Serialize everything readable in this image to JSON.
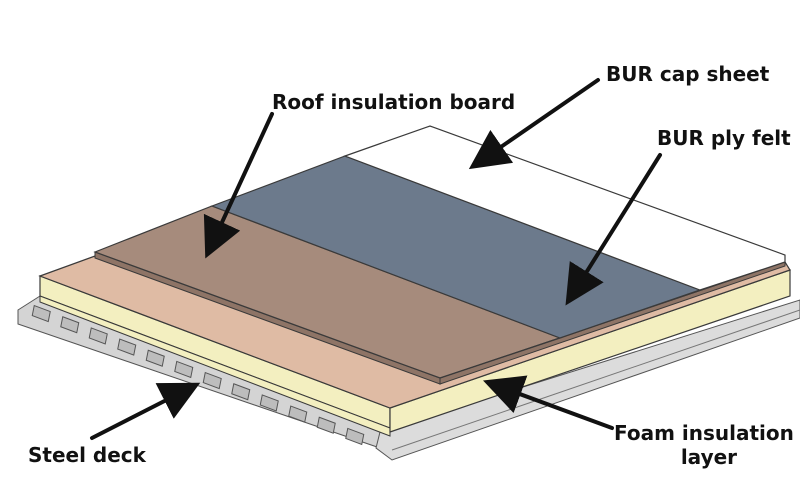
{
  "labels": {
    "cap_sheet": "BUR cap sheet",
    "roof_board": "Roof insulation board",
    "ply_felt": "BUR ply felt",
    "foam_line1": "Foam insulation",
    "foam_line2": "layer",
    "steel_deck": "Steel deck"
  },
  "colors": {
    "cap_sheet": "#ffffff",
    "ply_felt": "#6c7a8c",
    "roof_board": "#a68b7c",
    "foam_top": "#dfbba4",
    "foam_side": "#f3efc0",
    "steel_deck": "#d8d8d8",
    "outline": "#3a3a3a",
    "arrow": "#111111"
  },
  "icons": {
    "arrow": "arrow-icon"
  }
}
